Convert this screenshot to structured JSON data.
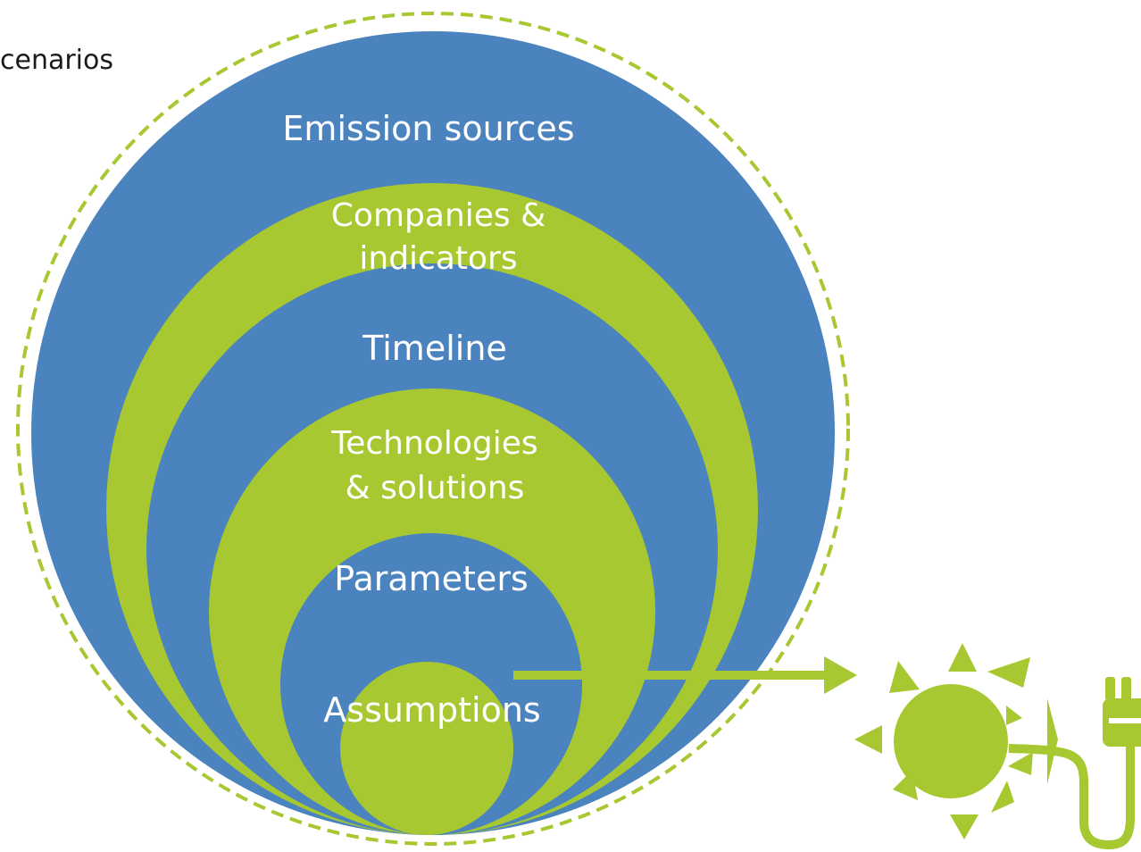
{
  "title": "cenarios",
  "layers": {
    "emission_sources": "Emission sources",
    "companies_line1": "Companies &",
    "companies_line2": "indicators",
    "timeline": "Timeline",
    "technologies_line1": "Technologies",
    "technologies_line2": "& solutions",
    "parameters": "Parameters",
    "assumptions": "Assumptions"
  },
  "colors": {
    "blue": "#4a83be",
    "green": "#a7c830",
    "dashed_outline": "#a7c830"
  },
  "icons": [
    "sun-icon",
    "power-plug-icon"
  ]
}
